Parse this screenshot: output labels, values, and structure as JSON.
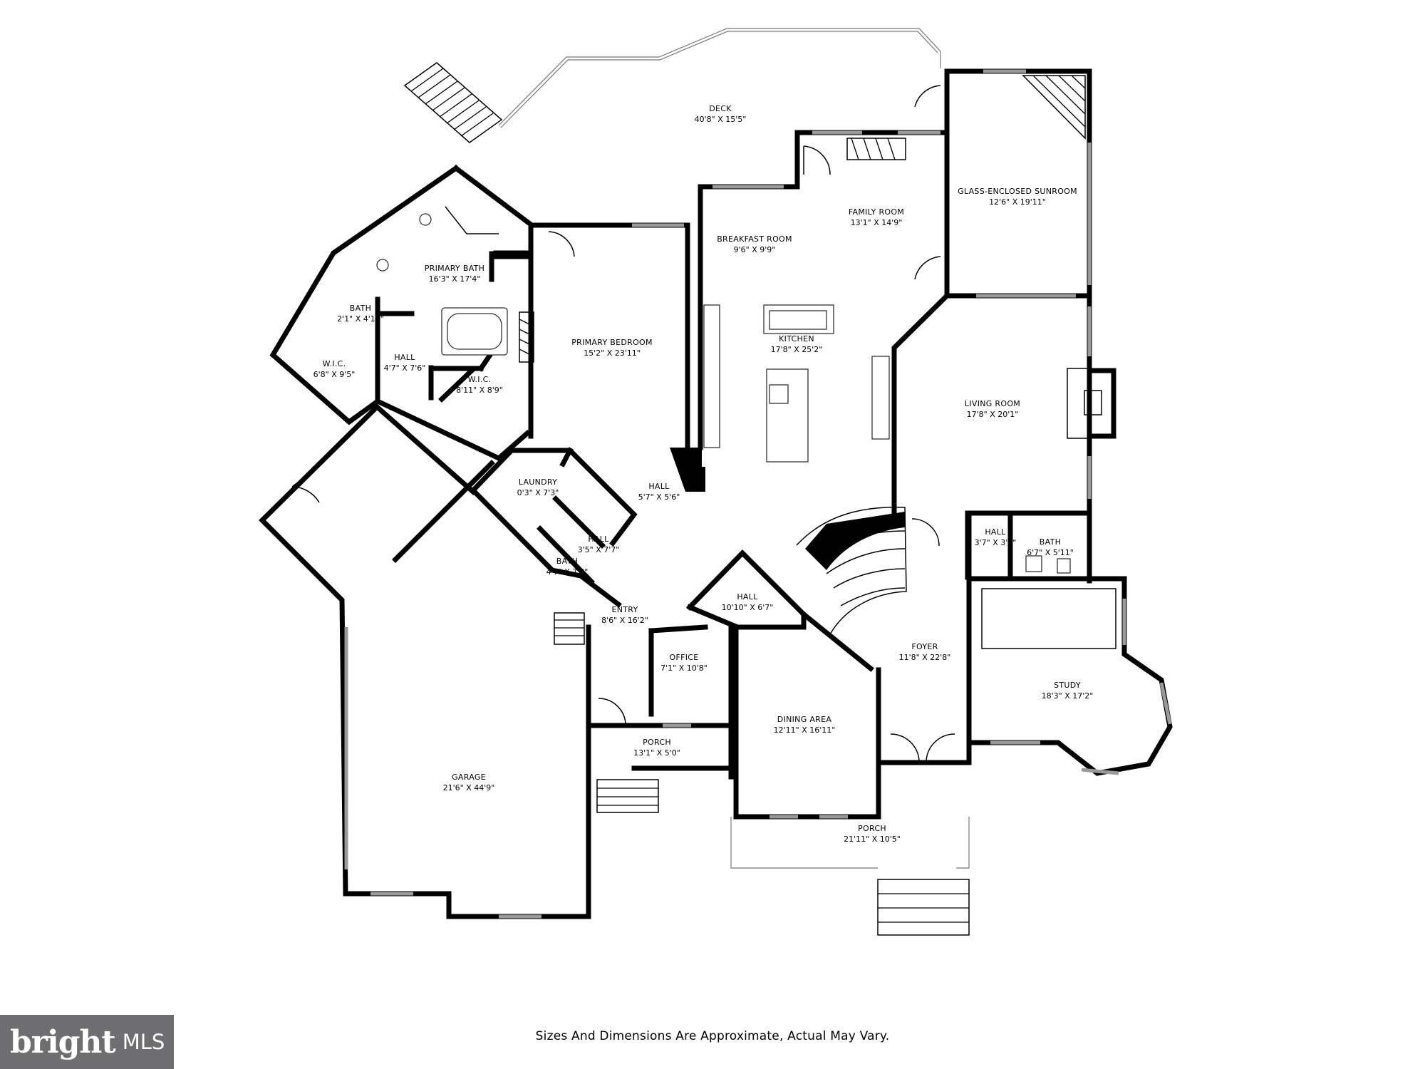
{
  "rooms": {
    "deck": {
      "name": "DECK",
      "dim": "40'8\" X 15'5\""
    },
    "sunroom": {
      "name": "GLASS-ENCLOSED SUNROOM",
      "dim": "12'6\" X 19'11\""
    },
    "family_room": {
      "name": "FAMILY ROOM",
      "dim": "13'1\" X 14'9\""
    },
    "breakfast_room": {
      "name": "BREAKFAST ROOM",
      "dim": "9'6\" X 9'9\""
    },
    "primary_bath": {
      "name": "PRIMARY BATH",
      "dim": "16'3\" X 17'4\""
    },
    "primary_bedroom": {
      "name": "PRIMARY BEDROOM",
      "dim": "15'2\" X 23'11\""
    },
    "kitchen": {
      "name": "KITCHEN",
      "dim": "17'8\" X 25'2\""
    },
    "living_room": {
      "name": "LIVING ROOM",
      "dim": "17'8\" X 20'1\""
    },
    "bath_small": {
      "name": "BATH",
      "dim": "2'1\" X 4'11\""
    },
    "wic_left": {
      "name": "W.I.C.",
      "dim": "6'8\" X 9'5\""
    },
    "hall_bedroom": {
      "name": "HALL",
      "dim": "4'7\" X 7'6\""
    },
    "wic_right": {
      "name": "W.I.C.",
      "dim": "8'11\" X 8'9\""
    },
    "laundry": {
      "name": "LAUNDRY",
      "dim": "0'3\" X 7'3\""
    },
    "hall_kitchen": {
      "name": "HALL",
      "dim": "5'7\" X 5'6\""
    },
    "hall_laundry": {
      "name": "HALL",
      "dim": "3'5\" X 7'7\""
    },
    "bath_laundry": {
      "name": "BATH",
      "dim": "4'7\" X 7'3\""
    },
    "hall_small": {
      "name": "HALL",
      "dim": "3'7\" X 3'8\""
    },
    "bath_right": {
      "name": "BATH",
      "dim": "6'7\" X 5'11\""
    },
    "hall_stairs": {
      "name": "HALL",
      "dim": "10'10\" X 6'7\""
    },
    "entry": {
      "name": "ENTRY",
      "dim": "8'6\" X 16'2\""
    },
    "office": {
      "name": "OFFICE",
      "dim": "7'1\" X 10'8\""
    },
    "foyer": {
      "name": "FOYER",
      "dim": "11'8\" X 22'8\""
    },
    "study": {
      "name": "STUDY",
      "dim": "18'3\" X 17'2\""
    },
    "dining_area": {
      "name": "DINING AREA",
      "dim": "12'11\" X 16'11\""
    },
    "porch_small": {
      "name": "PORCH",
      "dim": "13'1\" X 5'0\""
    },
    "garage": {
      "name": "GARAGE",
      "dim": "21'6\" X 44'9\""
    },
    "porch_large": {
      "name": "PORCH",
      "dim": "21'11\" X 10'5\""
    }
  },
  "disclaimer": "Sizes And Dimensions Are Approximate, Actual May Vary.",
  "logo": {
    "word": "bright",
    "suffix": "MLS"
  },
  "colors": {
    "wall": "#000000",
    "window": "#9a9a9a",
    "logo_bg": "#6e6e70"
  }
}
